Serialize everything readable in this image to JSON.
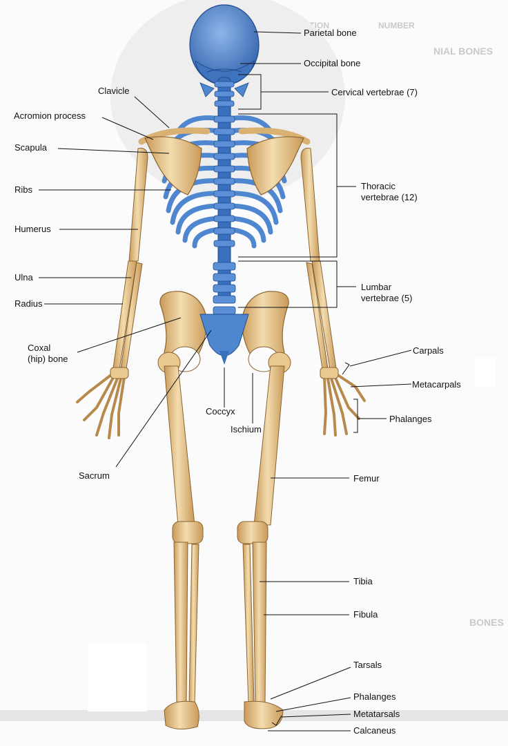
{
  "title": "Posterior view of the human skeleton",
  "colors": {
    "axial_bone": "#4f86d0",
    "axial_bone_dark": "#2f5fa8",
    "appendicular_bone": "#e9c98f",
    "appendicular_bone_dark": "#b8894c",
    "leader_line": "#111111",
    "background": "#fbfbfb"
  },
  "labels_left": {
    "clavicle": "Clavicle",
    "acromion": "Acromion process",
    "scapula": "Scapula",
    "ribs": "Ribs",
    "humerus": "Humerus",
    "ulna": "Ulna",
    "radius": "Radius",
    "coxal_line1": "Coxal",
    "coxal_line2": "(hip) bone",
    "sacrum": "Sacrum"
  },
  "labels_right": {
    "parietal": "Parietal bone",
    "occipital": "Occipital bone",
    "cervical": "Cervical vertebrae (7)",
    "thoracic_line1": "Thoracic",
    "thoracic_line2": "vertebrae (12)",
    "lumbar_line1": "Lumbar",
    "lumbar_line2": "vertebrae (5)",
    "carpals": "Carpals",
    "metacarpals": "Metacarpals",
    "phalanges_hand": "Phalanges",
    "femur": "Femur",
    "tibia": "Tibia",
    "fibula": "Fibula",
    "tarsals": "Tarsals",
    "phalanges_foot": "Phalanges",
    "metatarsals": "Metatarsals",
    "calcaneus": "Calcaneus"
  },
  "labels_center": {
    "coccyx": "Coccyx",
    "ischium": "Ischium"
  },
  "background_text": {
    "col_description": "DESCRIPTION",
    "col_number": "NUMBER",
    "cranial_bones": "NIAL BONES",
    "facial_bones": "BONES"
  }
}
